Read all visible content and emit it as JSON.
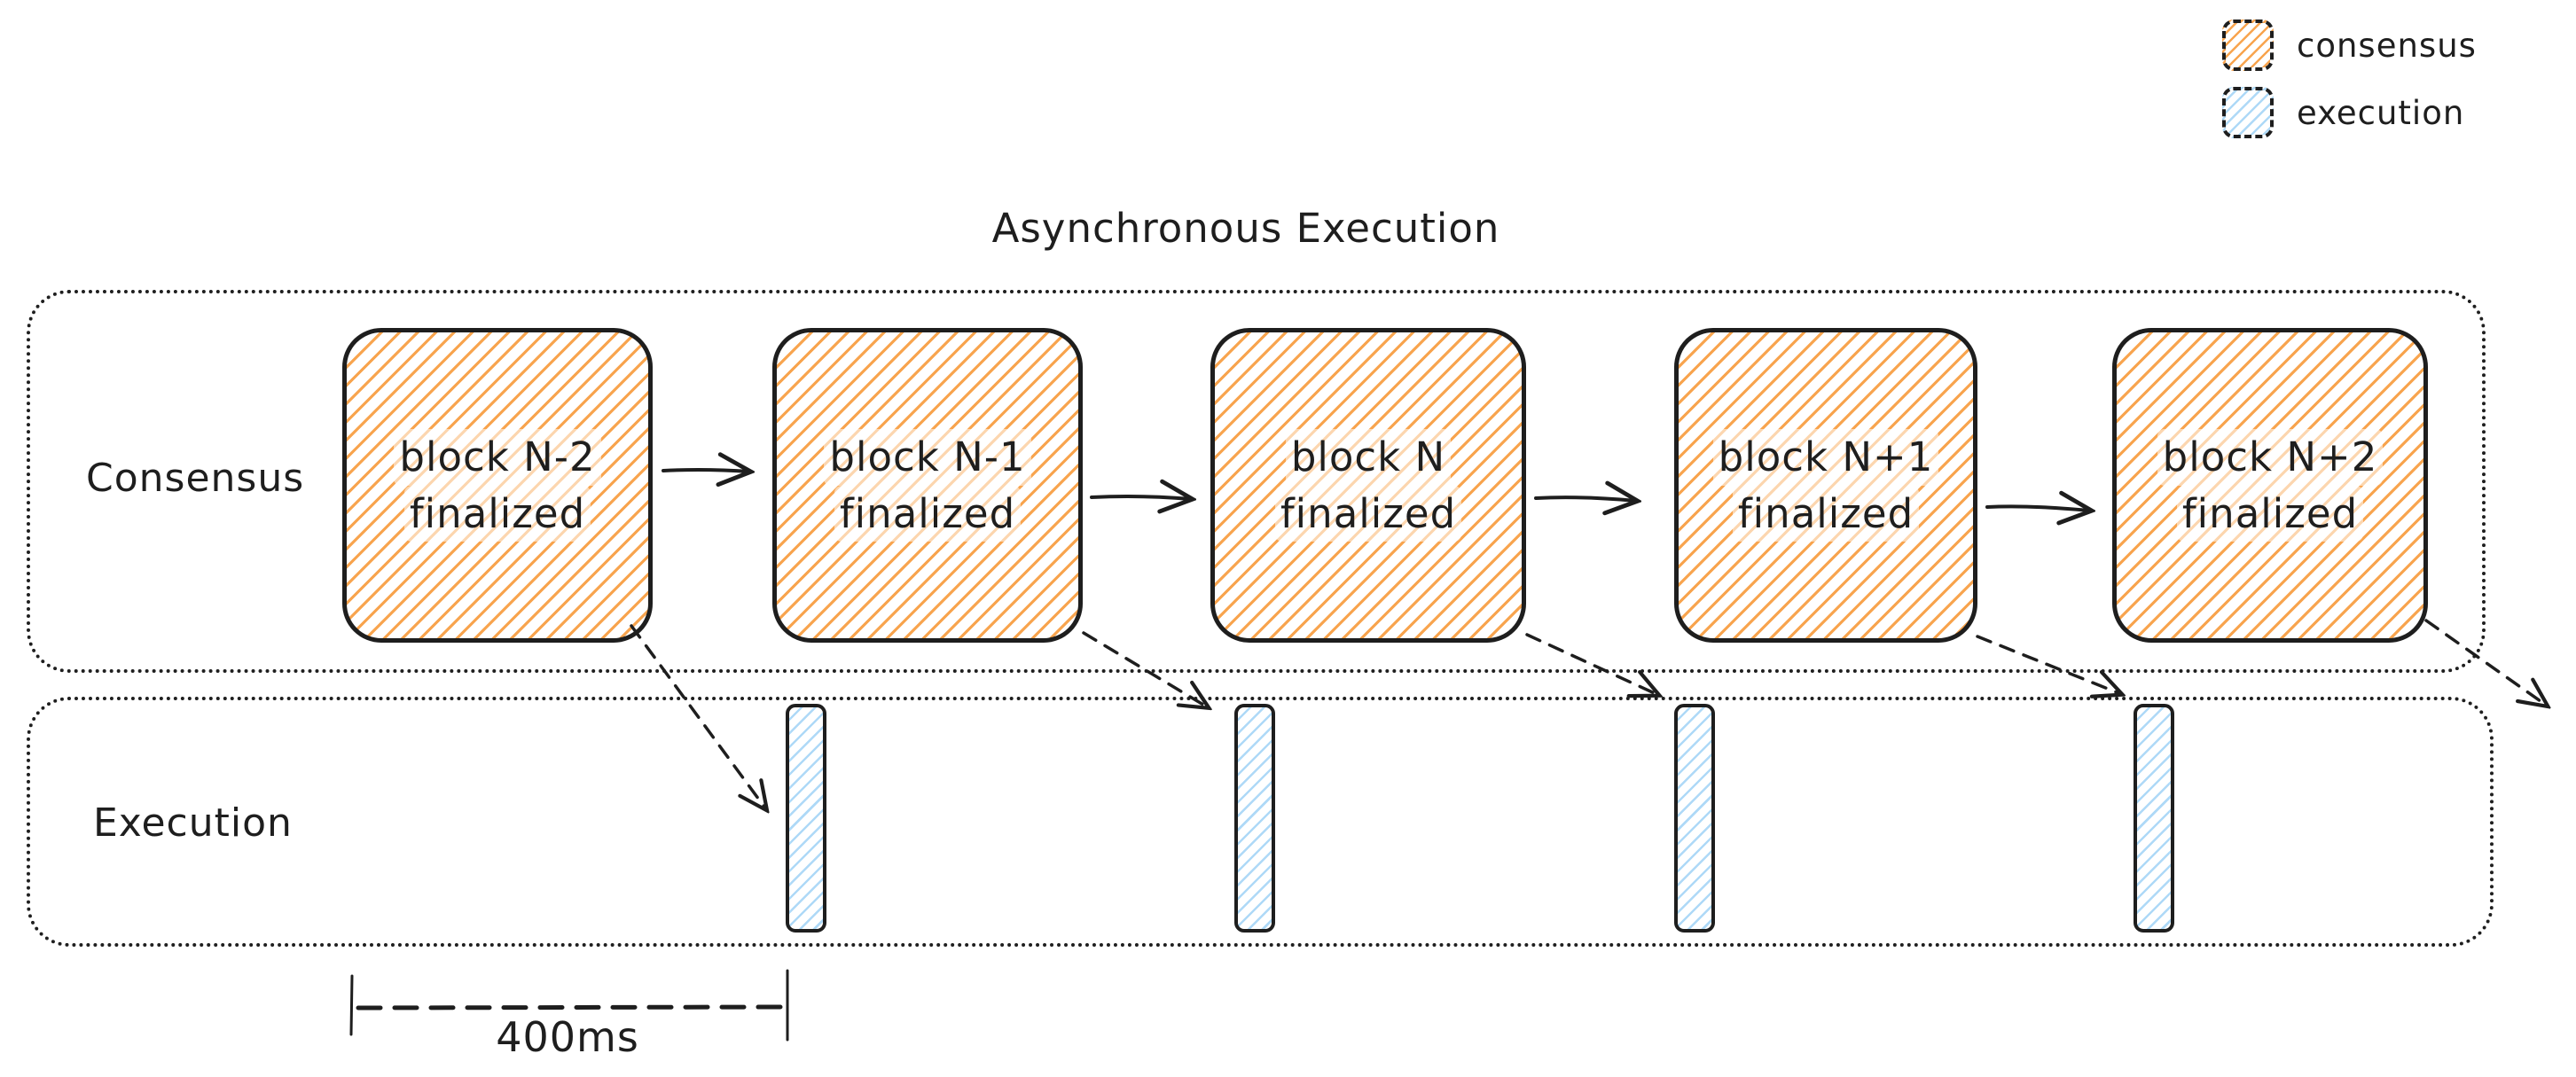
{
  "title": "Asynchronous Execution",
  "legend": {
    "items": [
      {
        "id": "consensus",
        "label": "consensus",
        "color": "#f8a44e"
      },
      {
        "id": "execution",
        "label": "execution",
        "color": "#aed9f7"
      }
    ]
  },
  "lanes": {
    "consensus": {
      "label": "Consensus"
    },
    "execution": {
      "label": "Execution"
    }
  },
  "consensus_blocks": [
    {
      "line1": "block N-2",
      "line2": "finalized"
    },
    {
      "line1": "block N-1",
      "line2": "finalized"
    },
    {
      "line1": "block N",
      "line2": "finalized"
    },
    {
      "line1": "block N+1",
      "line2": "finalized"
    },
    {
      "line1": "block N+2",
      "line2": "finalized"
    }
  ],
  "measurement": {
    "label": "400ms"
  },
  "colors": {
    "ink": "#1e1e1e",
    "consensus_hatch": "#f8a44e",
    "execution_hatch": "#aed9f7"
  }
}
